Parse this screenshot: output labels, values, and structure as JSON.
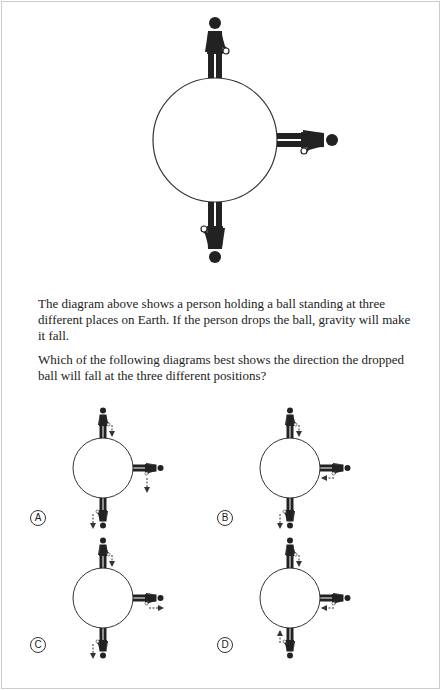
{
  "diagram": {
    "nodes": [
      {
        "text": [
          "A"
        ]
      },
      {
        "text": [
          "B"
        ]
      },
      {
        "text": [
          "C"
        ]
      },
      {
        "text": [
          "D"
        ]
      }
    ],
    "labels": [
      "The diagram above shows a person holding a ball standing at three different places on Earth. If the person drops the ball, gravity will make it fall.",
      "Which of the following diagrams best shows the direction the dropped ball will fall at the three different positions?"
    ]
  }
}
